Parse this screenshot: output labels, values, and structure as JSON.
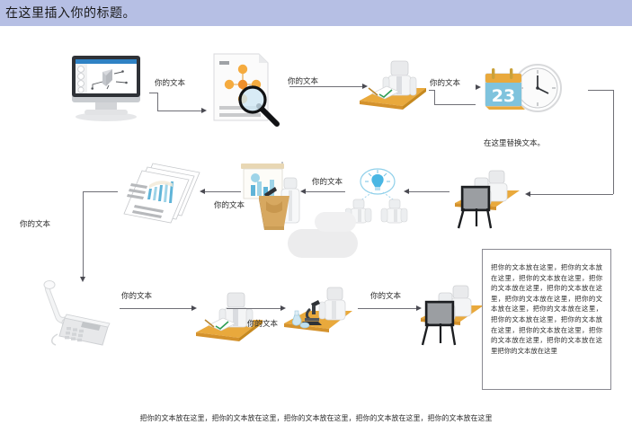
{
  "header": {
    "title": "在这里插入你的标题。",
    "bg_color": "#b6bfe4"
  },
  "flow": {
    "labels": [
      {
        "id": "l1",
        "text": "你的文本"
      },
      {
        "id": "l2",
        "text": "你的文本"
      },
      {
        "id": "l3",
        "text": "你的文本"
      },
      {
        "id": "l4",
        "text": "在这里替换文本。"
      },
      {
        "id": "l5",
        "text": "你的文本"
      },
      {
        "id": "l6",
        "text": "你的文本"
      },
      {
        "id": "l7",
        "text": "你的文本"
      },
      {
        "id": "l8",
        "text": "你的文本"
      },
      {
        "id": "l9",
        "text": "你的文本"
      },
      {
        "id": "l10",
        "text": "你的文本"
      }
    ],
    "nodes": [
      {
        "id": "n1",
        "name": "desktop-monitor-diagram"
      },
      {
        "id": "n2",
        "name": "document-magnifier"
      },
      {
        "id": "n3",
        "name": "person-desk-writing"
      },
      {
        "id": "n4",
        "name": "calendar-clock"
      },
      {
        "id": "n5",
        "name": "easel-meeting"
      },
      {
        "id": "n6",
        "name": "lightbulb-team"
      },
      {
        "id": "n7",
        "name": "podium-presentation"
      },
      {
        "id": "n8",
        "name": "report-stack"
      },
      {
        "id": "n9",
        "name": "telephone"
      },
      {
        "id": "n10",
        "name": "person-desk-writing-2"
      },
      {
        "id": "n11",
        "name": "microscope-lab"
      },
      {
        "id": "n12",
        "name": "easel-meeting-2"
      }
    ],
    "calendar_day": "23"
  },
  "textbox": {
    "body": "把你的文本放在这里，把你的文本放在这里，把你的文本放在这里，把你的文本放在这里，把你的文本放在这里，把你的文本放在这里，把你的文本放在这里，把你的文本放在这里，把你的文本放在这里，把你的文本放在这里，把你的文本放在这里，把你的文本放在这里，把你的文本放在这里把你的文本放在这里"
  },
  "caption": {
    "text": "把你的文本放在这里，把你的文本放在这里，把你的文本放在这里，把你的文本放在这里，把你的文本放在这里"
  },
  "colors": {
    "accent_orange": "#e8a33d",
    "accent_blue": "#4a9fd4",
    "line": "#6f6f76",
    "header": "#b6bfe4"
  }
}
